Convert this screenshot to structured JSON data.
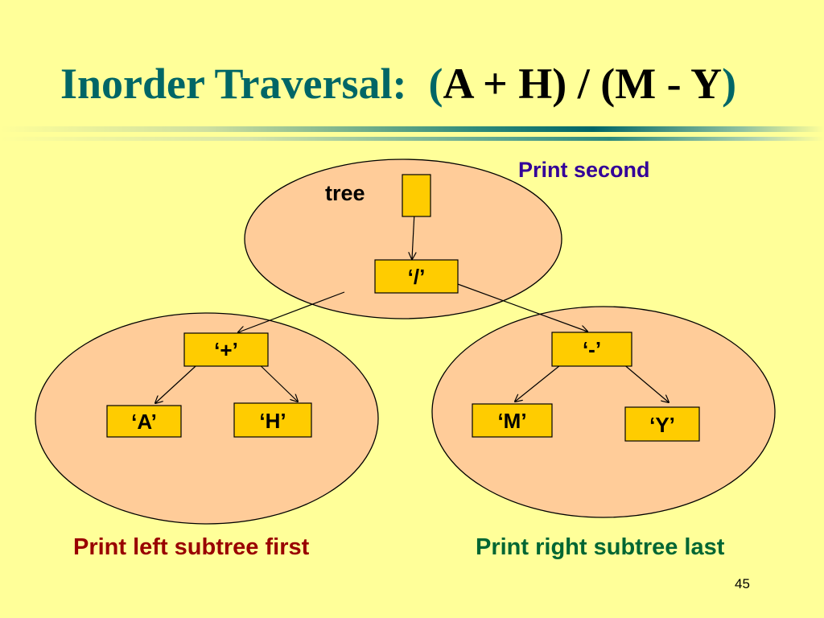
{
  "slide": {
    "title_prefix": "Inorder Traversal:",
    "title_open_paren": "(",
    "title_expression": "A + H) / (M - Y",
    "title_close_paren": ")",
    "page_number": "45"
  },
  "labels": {
    "tree": "tree",
    "print_second": "Print second",
    "print_left": "Print left subtree first",
    "print_right": "Print right subtree last"
  },
  "nodes": {
    "root": "‘/’",
    "plus": "‘+’",
    "minus": "‘-’",
    "a": "‘A’",
    "h": "‘H’",
    "m": "‘M’",
    "y": "‘Y’"
  },
  "colors": {
    "background": "#ffff99",
    "title": "#006666",
    "subtree_fill": "#ffcc99",
    "node_fill": "#ffcc00",
    "print_second": "#330099",
    "print_left": "#990000",
    "print_right": "#006633"
  }
}
